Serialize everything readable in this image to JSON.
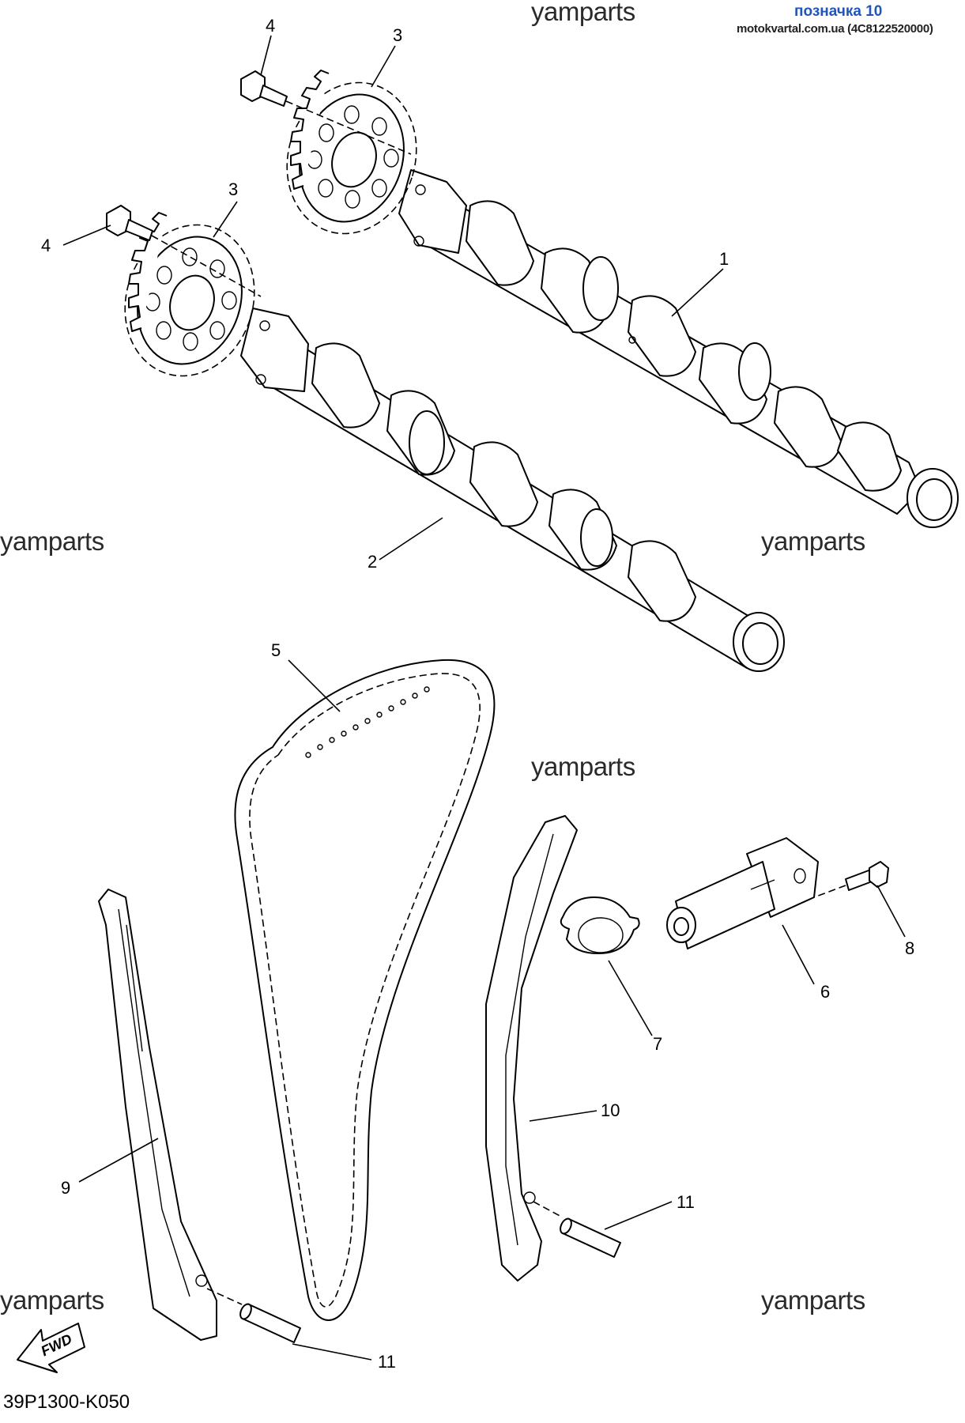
{
  "header": {
    "tag": "позначка 10",
    "source": "motokvartal.com.ua (4C8122520000)"
  },
  "watermarks": [
    "yamparts",
    "yamparts",
    "yamparts",
    "yamparts",
    "yamparts",
    "yamparts"
  ],
  "callouts": {
    "c1": "1",
    "c2": "2",
    "c3a": "3",
    "c3b": "3",
    "c4a": "4",
    "c4b": "4",
    "c5": "5",
    "c6": "6",
    "c7": "7",
    "c8": "8",
    "c9": "9",
    "c10": "10",
    "c11a": "11",
    "c11b": "11"
  },
  "fwd_label": "FWD",
  "diagram_code": "39P1300-K050"
}
